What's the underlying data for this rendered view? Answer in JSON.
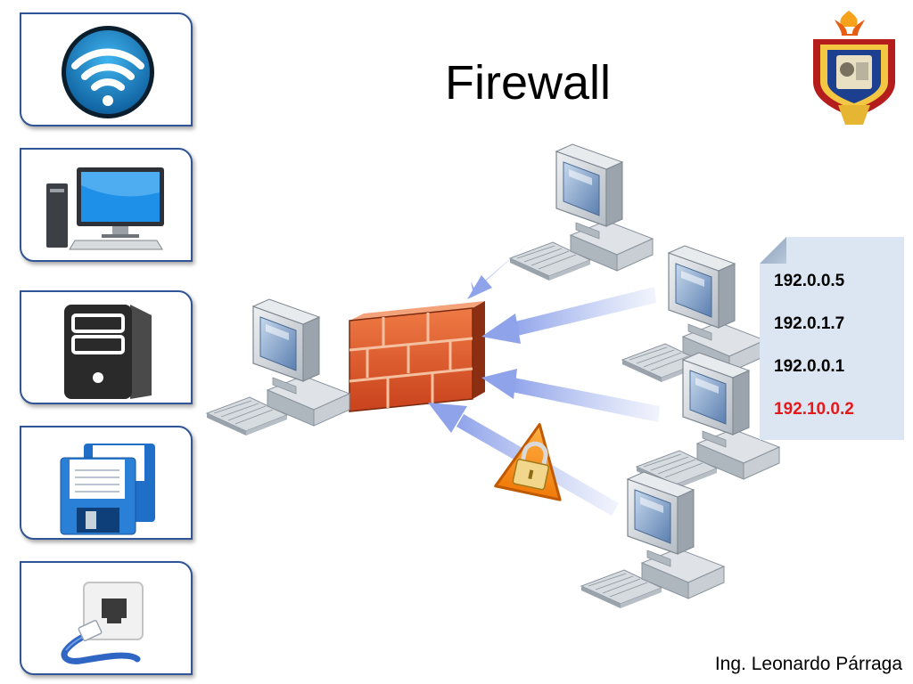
{
  "slide": {
    "title": "Firewall",
    "author": "Ing. Leonardo Párraga"
  },
  "sidebar": {
    "panels": [
      {
        "icon": "wifi-icon"
      },
      {
        "icon": "desktop-computer-icon"
      },
      {
        "icon": "server-tower-icon"
      },
      {
        "icon": "floppy-disks-icon"
      },
      {
        "icon": "ethernet-port-icon"
      }
    ]
  },
  "diagram": {
    "rule_list": [
      {
        "ip": "192.0.0.5",
        "color": "#000000"
      },
      {
        "ip": "192.0.1.7",
        "color": "#000000"
      },
      {
        "ip": "192.0.0.1",
        "color": "#000000"
      },
      {
        "ip": "192.10.0.2",
        "color": "#e31a1c"
      }
    ]
  },
  "colors": {
    "panel_border": "#2f5597",
    "brick": "#d9542a",
    "arrow": "#a8b8ee",
    "note_bg": "#dce6f2",
    "blocked_ip": "#e31a1c"
  }
}
